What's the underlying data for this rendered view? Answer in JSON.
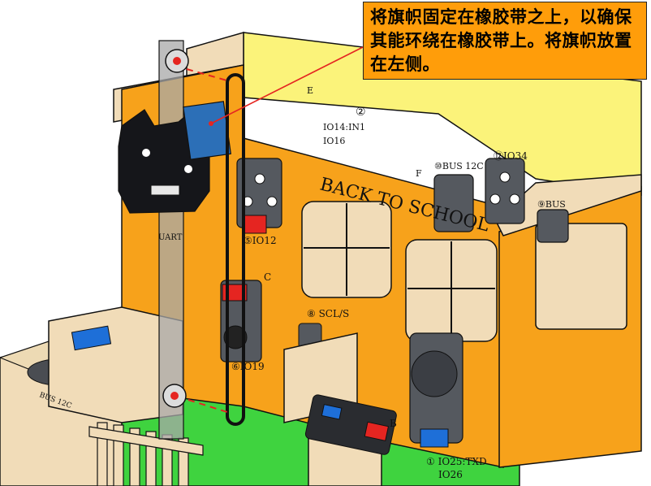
{
  "callout": {
    "text": "将旗帜固定在橡胶带之上，以确保其能环绕在橡胶带上。将旗帜放置在左侧。"
  },
  "board": {
    "title": "BACK TO SCHOOL",
    "labels": {
      "e": "E",
      "n2": "②",
      "io14": "IO14:IN1",
      "io16": "IO16",
      "bus12c_top": "⑩BUS 12C",
      "io34": "⑫IO34",
      "bus_right": "⑨BUS",
      "io12": "⑤IO12",
      "uart": "UART",
      "c": "C",
      "scl": "⑧ SCL/S",
      "io19": "⑥IO19",
      "b": "B",
      "io25": "① IO25:TXD",
      "io26": "IO26",
      "bus12c_left": "BUS 12C",
      "f": "F"
    }
  },
  "colors": {
    "orange": "#f7a21b",
    "yellow": "#fbf37a",
    "wood": "#f1dcb8",
    "green": "#3fd33f",
    "callout": "#ff9d0a",
    "leader": "#e52521"
  }
}
